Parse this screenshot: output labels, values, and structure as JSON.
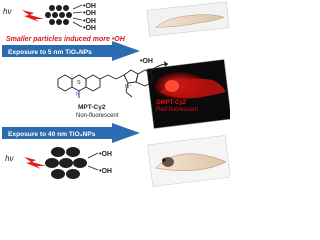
{
  "top": {
    "hv_label": "hν",
    "radicals": [
      "•OH",
      "•OH",
      "•OH",
      "•OH"
    ],
    "caption": "Smaller particles induced more •OH"
  },
  "arrows": {
    "upper_label": "Exposure to 5 nm TiO₂NPs",
    "lower_label": "Exposure to 40 nm TiO₂NPs"
  },
  "probe": {
    "radical": "•OH",
    "name": "MPT-Cy2",
    "state": "Non-fluorescent"
  },
  "product": {
    "name": "OMPT-Cy2",
    "state": "Red fluorescent"
  },
  "bottom": {
    "hv_label": "hν",
    "radicals": [
      "•OH",
      "•OH"
    ]
  },
  "colors": {
    "caption_red": "#d7191c",
    "arrow_blue": "#2b6cb0",
    "arrow_text": "#ffffff",
    "particle_dark": "#1f1f1f",
    "fluor_red": "#e3101a",
    "lightning": "#e21b1b"
  }
}
